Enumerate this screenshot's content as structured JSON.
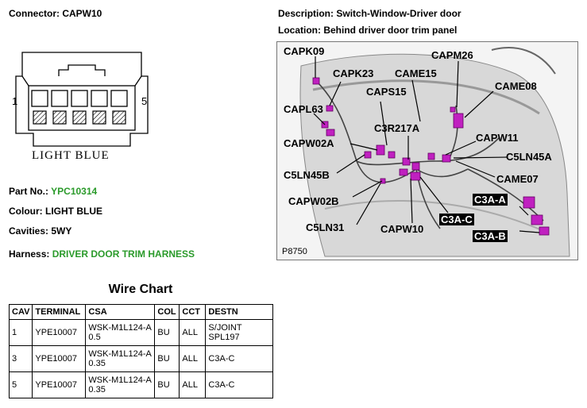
{
  "connector": {
    "label": "Connector:",
    "value": "CAPW10"
  },
  "description": {
    "label": "Description:",
    "value": "Switch-Window-Driver door"
  },
  "location": {
    "label": "Location:",
    "value": "Behind driver door trim panel"
  },
  "pin_left": "1",
  "pin_right": "5",
  "connector_color_text": "LIGHT BLUE",
  "part_no": {
    "label": "Part No.:",
    "value": "YPC10314"
  },
  "colour": {
    "label": "Colour:",
    "value": "LIGHT BLUE"
  },
  "cavities": {
    "label": "Cavities:",
    "value": "5WY"
  },
  "harness": {
    "label": "Harness:",
    "value": "DRIVER DOOR TRIM HARNESS"
  },
  "photo": {
    "code": "P8750",
    "tags": {
      "capk09": "CAPK09",
      "capk23": "CAPK23",
      "came15": "CAME15",
      "capm26": "CAPM26",
      "caps15": "CAPS15",
      "came08": "CAME08",
      "capl63": "CAPL63",
      "c3r217a": "C3R217A",
      "capw11": "CAPW11",
      "capw02a": "CAPW02A",
      "c5ln45a": "C5LN45A",
      "c5ln45b": "C5LN45B",
      "came07": "CAME07",
      "capw02b": "CAPW02B",
      "c3a_a": "C3A-A",
      "c3a_c": "C3A-C",
      "c5ln31": "C5LN31",
      "capw10": "CAPW10",
      "c3a_b": "C3A-B"
    }
  },
  "wire_chart": {
    "title": "Wire Chart",
    "headers": [
      "CAV",
      "TERMINAL",
      "CSA",
      "COL",
      "CCT",
      "DESTN"
    ],
    "rows": [
      [
        "1",
        "YPE10007",
        "WSK-M1L124-A 0.5",
        "BU",
        "ALL",
        "S/JOINT SPL197"
      ],
      [
        "3",
        "YPE10007",
        "WSK-M1L124-A 0.35",
        "BU",
        "ALL",
        "C3A-C"
      ],
      [
        "5",
        "YPE10007",
        "WSK-M1L124-A 0.35",
        "BU",
        "ALL",
        "C3A-C"
      ]
    ]
  },
  "colors": {
    "green_text": "#2a9a2a",
    "connector_highlight": "#c020c0"
  }
}
